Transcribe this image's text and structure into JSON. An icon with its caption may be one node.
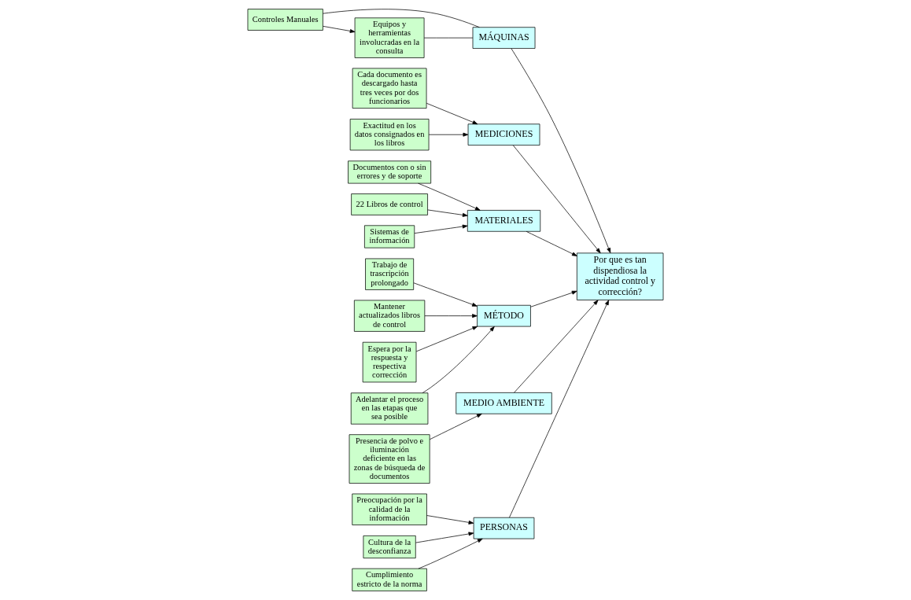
{
  "diagram": {
    "nodes": [
      {
        "text": [
          "PERSONAS"
        ]
      },
      {
        "text": [
          "MÁQUINAS"
        ]
      },
      {
        "text": [
          "MEDICIONES"
        ]
      },
      {
        "text": [
          "Cada documento es descargado hasta tres veces por dos funcionarios"
        ]
      },
      {
        "text": [
          "Preocupación por la calidad de la información"
        ]
      },
      {
        "text": [
          "Equipos y herramientas involucradas en la consulta"
        ]
      },
      {
        "text": [
          "Exactitud en los datos consignados en los libros"
        ]
      },
      {
        "text": [
          "Cultura de la desconfianza"
        ]
      },
      {
        "text": [
          "Controles Manuales"
        ]
      },
      {
        "text": [
          "Cumplimiento estricto de la norma"
        ]
      },
      {
        "text": [
          "Por que es tan dispendiosa la actividad control y corrección?"
        ]
      },
      {
        "text": [
          "Documentos con o sin errores y de soporte"
        ]
      },
      {
        "text": [
          "Trabajo de trascripción prolongado"
        ]
      },
      {
        "text": [
          "Mantener actualizados libros de control"
        ]
      },
      {
        "text": [
          "22 Libros de control"
        ]
      },
      {
        "text": [
          "Presencia de polvo e iluminación deficiente en las zonas de búsqueda de documentos"
        ]
      },
      {
        "text": [
          "Sistemas de información"
        ]
      },
      {
        "text": [
          "Espera por la respuesta y respectiva corrección"
        ]
      },
      {
        "text": [
          "Adelantar el proceso en las etapas que sea posible"
        ]
      },
      {
        "text": [
          "MATERIALES"
        ]
      },
      {
        "text": [
          "MÉTODO"
        ]
      },
      {
        "text": [
          "MEDIO AMBIENTE"
        ]
      }
    ],
    "edges": [
      {
        "from": 0,
        "to": 10,
        "arrow": "to"
      },
      {
        "from": 1,
        "to": 10,
        "arrow": "to"
      },
      {
        "from": 2,
        "to": 10,
        "arrow": "to"
      },
      {
        "from": 19,
        "to": 10,
        "arrow": "to"
      },
      {
        "from": 20,
        "to": 10,
        "arrow": "to"
      },
      {
        "from": 21,
        "to": 10,
        "arrow": "to"
      },
      {
        "from": 4,
        "to": 0,
        "arrow": "to"
      },
      {
        "from": 7,
        "to": 0,
        "arrow": "to"
      },
      {
        "from": 9,
        "to": 0,
        "arrow": "to"
      },
      {
        "from": 5,
        "to": 1,
        "arrow": "none"
      },
      {
        "from": 8,
        "to": 1,
        "arrow": "none"
      },
      {
        "from": 8,
        "to": 5,
        "arrow": "to"
      },
      {
        "from": 3,
        "to": 2,
        "arrow": "to"
      },
      {
        "from": 6,
        "to": 2,
        "arrow": "to"
      },
      {
        "from": 11,
        "to": 19,
        "arrow": "to"
      },
      {
        "from": 14,
        "to": 19,
        "arrow": "to"
      },
      {
        "from": 16,
        "to": 19,
        "arrow": "to"
      },
      {
        "from": 12,
        "to": 20,
        "arrow": "to"
      },
      {
        "from": 13,
        "to": 20,
        "arrow": "to"
      },
      {
        "from": 17,
        "to": 20,
        "arrow": "to"
      },
      {
        "from": 18,
        "to": 20,
        "arrow": "to"
      },
      {
        "from": 15,
        "to": 21,
        "arrow": "to"
      }
    ]
  }
}
